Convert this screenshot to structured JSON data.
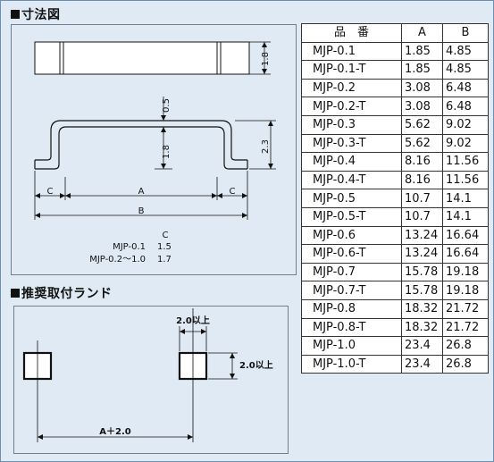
{
  "dimension_section": {
    "title": "寸法図",
    "labels": {
      "height_top": "1.8",
      "depth": "0.5",
      "inner_height": "1.8",
      "total_height": "2.3",
      "c_left": "C",
      "a": "A",
      "c_right": "C",
      "b": "B"
    },
    "c_table": {
      "header": "C",
      "rows": [
        {
          "model": "MJP-0.1",
          "value": "1.5"
        },
        {
          "model": "MJP-0.2〜1.0",
          "value": "1.7"
        }
      ]
    }
  },
  "land_section": {
    "title": "推奨取付ランド",
    "labels": {
      "pad_width": "2.0以上",
      "pad_height": "2.0以上",
      "pitch": "A＋2.0"
    }
  },
  "parts_table": {
    "headers": [
      "品　番",
      "A",
      "B"
    ],
    "rows": [
      [
        "MJP-0.1",
        "1.85",
        "4.85"
      ],
      [
        "MJP-0.1-T",
        "1.85",
        "4.85"
      ],
      [
        "MJP-0.2",
        "3.08",
        "6.48"
      ],
      [
        "MJP-0.2-T",
        "3.08",
        "6.48"
      ],
      [
        "MJP-0.3",
        "5.62",
        "9.02"
      ],
      [
        "MJP-0.3-T",
        "5.62",
        "9.02"
      ],
      [
        "MJP-0.4",
        "8.16",
        "11.56"
      ],
      [
        "MJP-0.4-T",
        "8.16",
        "11.56"
      ],
      [
        "MJP-0.5",
        "10.7",
        "14.1"
      ],
      [
        "MJP-0.5-T",
        "10.7",
        "14.1"
      ],
      [
        "MJP-0.6",
        "13.24",
        "16.64"
      ],
      [
        "MJP-0.6-T",
        "13.24",
        "16.64"
      ],
      [
        "MJP-0.7",
        "15.78",
        "19.18"
      ],
      [
        "MJP-0.7-T",
        "15.78",
        "19.18"
      ],
      [
        "MJP-0.8",
        "18.32",
        "21.72"
      ],
      [
        "MJP-0.8-T",
        "18.32",
        "21.72"
      ],
      [
        "MJP-1.0",
        "23.4",
        "26.8"
      ],
      [
        "MJP-1.0-T",
        "23.4",
        "26.8"
      ]
    ]
  }
}
